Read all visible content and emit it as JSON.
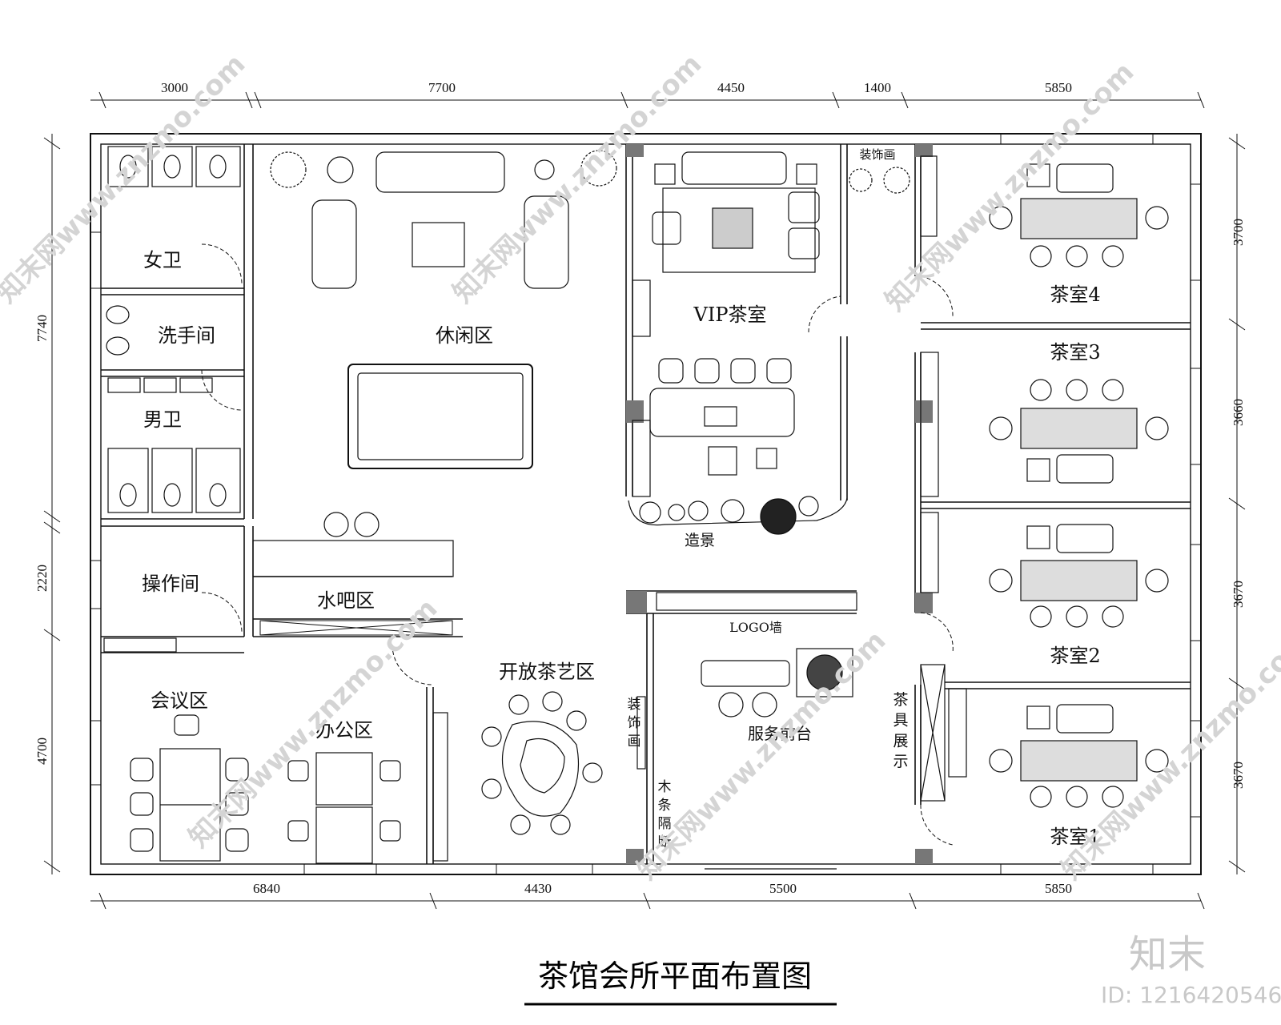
{
  "title": "茶馆会所平面布置图",
  "dimensions": {
    "top": [
      "3000",
      "7700",
      "4450",
      "1400",
      "5850"
    ],
    "bottom": [
      "6840",
      "4430",
      "5500",
      "5850"
    ],
    "left": [
      "7740",
      "2220",
      "4700"
    ],
    "right": [
      "3700",
      "3660",
      "3670",
      "3670"
    ]
  },
  "rooms": {
    "womens_restroom": "女卫",
    "washroom": "洗手间",
    "mens_restroom": "男卫",
    "operation_room": "操作间",
    "leisure_area": "休闲区",
    "water_bar": "水吧区",
    "vip_tea_room": "VIP茶室",
    "landscape": "造景",
    "decor_painting_top": "装饰画",
    "logo_wall": "LOGO墙",
    "reception": "服务前台",
    "open_tea_area": "开放茶艺区",
    "meeting_area": "会议区",
    "office_area": "办公区",
    "decor_painting_side": "装饰画",
    "wood_partition": "木条隔断",
    "teaware_display": "茶具展示",
    "tea_room_4": "茶室4",
    "tea_room_3": "茶室3",
    "tea_room_2": "茶室2",
    "tea_room_1": "茶室1"
  },
  "watermark": {
    "text": "知末网www.znzmo.com",
    "brand": "知末",
    "id": "ID: 1216420546"
  }
}
